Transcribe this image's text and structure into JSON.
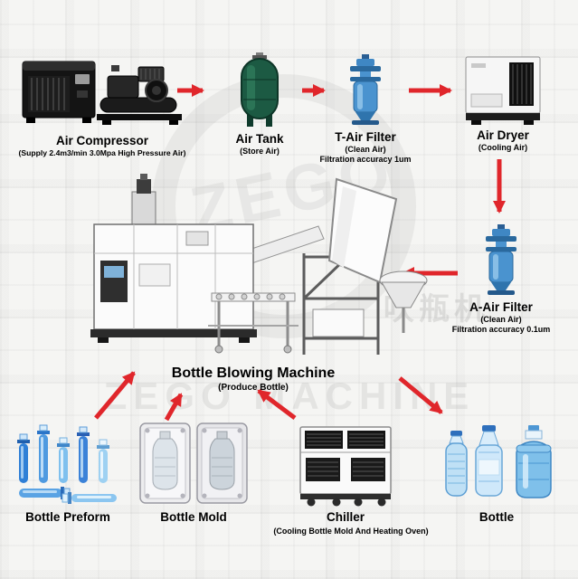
{
  "watermark": {
    "logo": "ZEGO",
    "brand": "ZEGO MACHINE",
    "cn": "吹瓶机"
  },
  "colors": {
    "arrow": "#e0262b",
    "tank_green": "#1c5a43",
    "filter_blue": "#4a93cf",
    "text": "#000000"
  },
  "flow": {
    "air_compressor": {
      "title": "Air Compressor",
      "sub": "(Supply 2.4m3/min 3.0Mpa High Pressure Air)"
    },
    "air_tank": {
      "title": "Air Tank",
      "sub": "(Store Air)"
    },
    "t_air_filter": {
      "title": "T-Air Filter",
      "sub": "(Clean Air)",
      "note": "Filtration accuracy 1um"
    },
    "air_dryer": {
      "title": "Air Dryer",
      "sub": "(Cooling Air)"
    },
    "a_air_filter": {
      "title": "A-Air Filter",
      "sub": "(Clean Air)",
      "note": "Filtration accuracy 0.1um"
    },
    "bottle_blowing_machine": {
      "title": "Bottle Blowing Machine",
      "sub": "(Produce Bottle)"
    },
    "bottle_preform": {
      "title": "Bottle Preform"
    },
    "bottle_mold": {
      "title": "Bottle Mold"
    },
    "chiller": {
      "title": "Chiller",
      "sub": "(Cooling Bottle Mold And Heating Oven)"
    },
    "bottle": {
      "title": "Bottle"
    }
  }
}
